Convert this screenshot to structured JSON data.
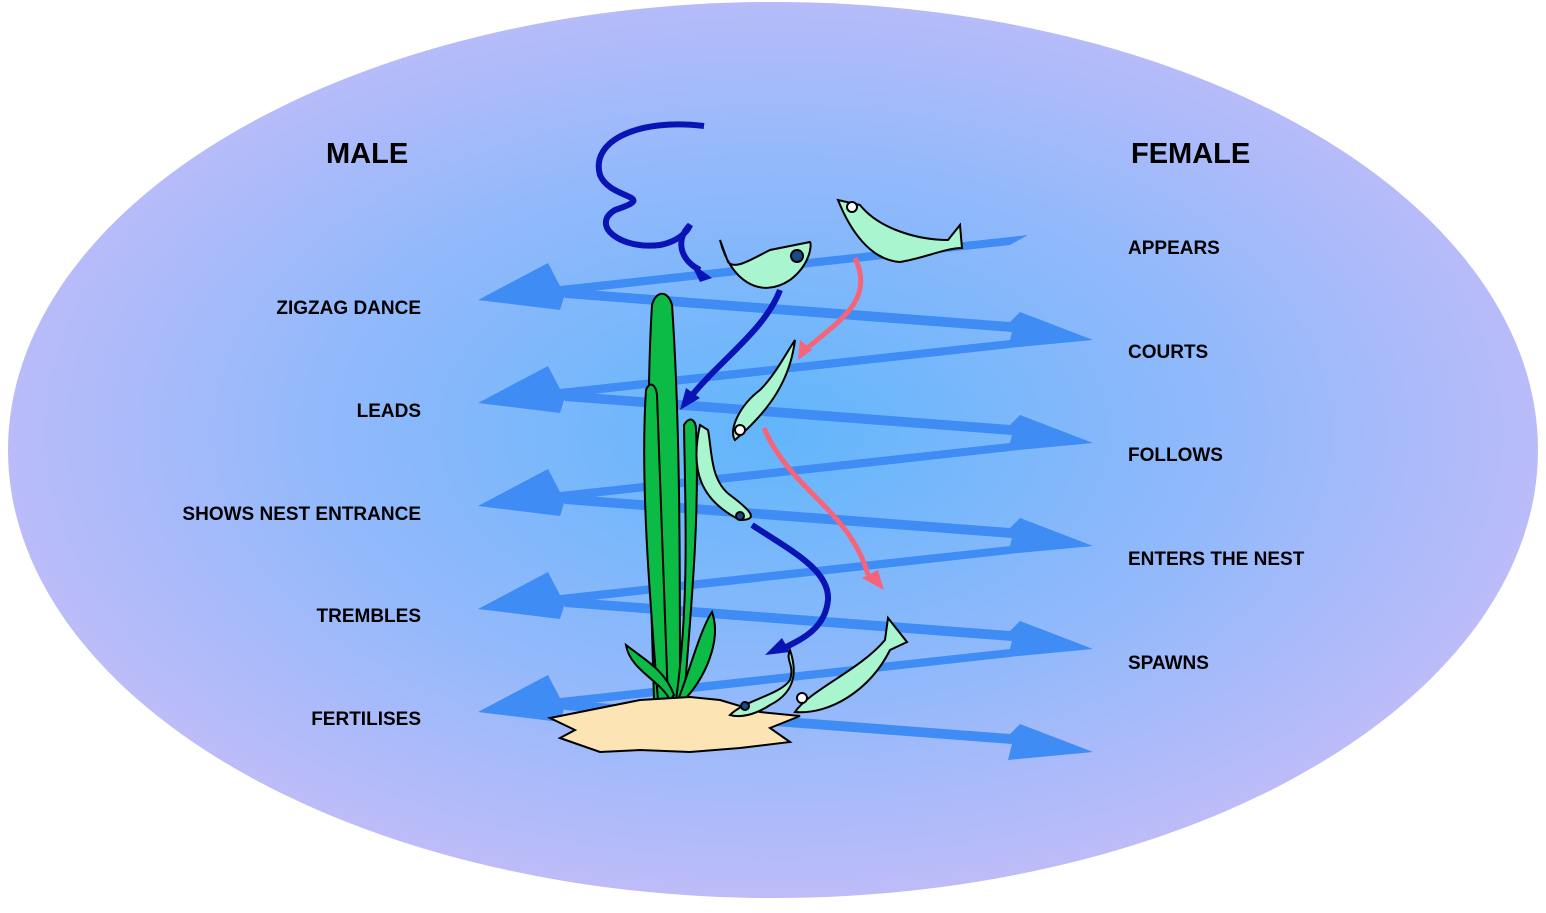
{
  "male": {
    "heading": "MALE",
    "steps": [
      "ZIGZAG DANCE",
      "LEADS",
      "SHOWS NEST ENTRANCE",
      "TREMBLES",
      "FERTILISES"
    ]
  },
  "female": {
    "heading": "FEMALE",
    "steps": [
      "APPEARS",
      "COURTS",
      "FOLLOWS",
      "ENTERS THE NEST",
      "SPAWNS"
    ]
  },
  "colors": {
    "male_path": "#0a14b4",
    "female_path": "#f7647a",
    "arrow": "#3f8cf5",
    "fish": "#a8f5cf",
    "plant": "#0bbb45",
    "nest": "#fde4b4"
  }
}
